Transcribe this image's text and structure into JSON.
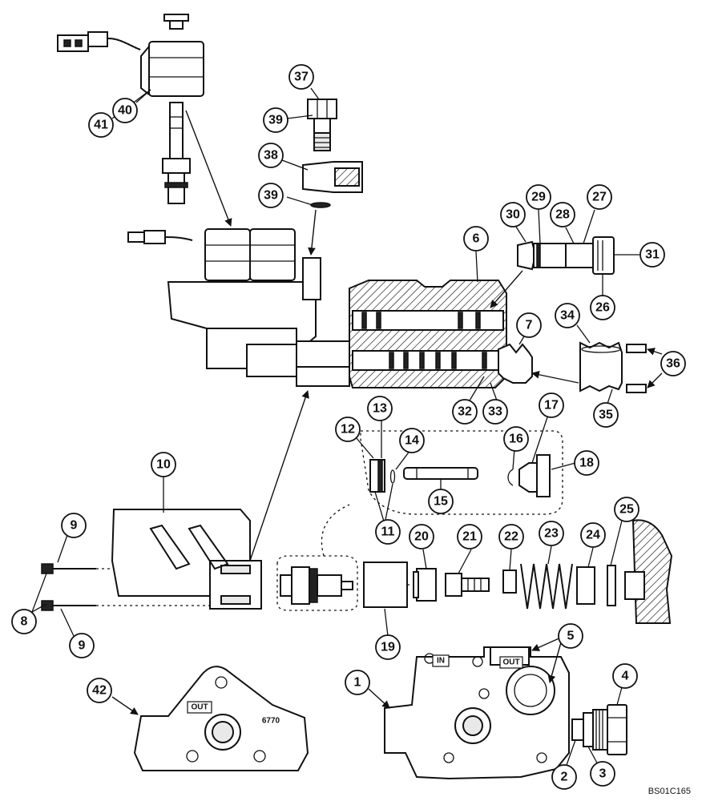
{
  "figure_code": "BS01C165",
  "stamps": {
    "in": "IN",
    "out": "OUT",
    "out_cover": "OUT",
    "casting_number": "6770"
  },
  "callouts": [
    "1",
    "2",
    "3",
    "4",
    "5",
    "6",
    "7",
    "8",
    "9",
    "9",
    "10",
    "11",
    "12",
    "13",
    "14",
    "15",
    "16",
    "17",
    "18",
    "19",
    "20",
    "21",
    "22",
    "23",
    "24",
    "25",
    "26",
    "27",
    "28",
    "29",
    "30",
    "31",
    "32",
    "33",
    "34",
    "35",
    "36",
    "37",
    "38",
    "39",
    "39",
    "40",
    "41",
    "42"
  ]
}
